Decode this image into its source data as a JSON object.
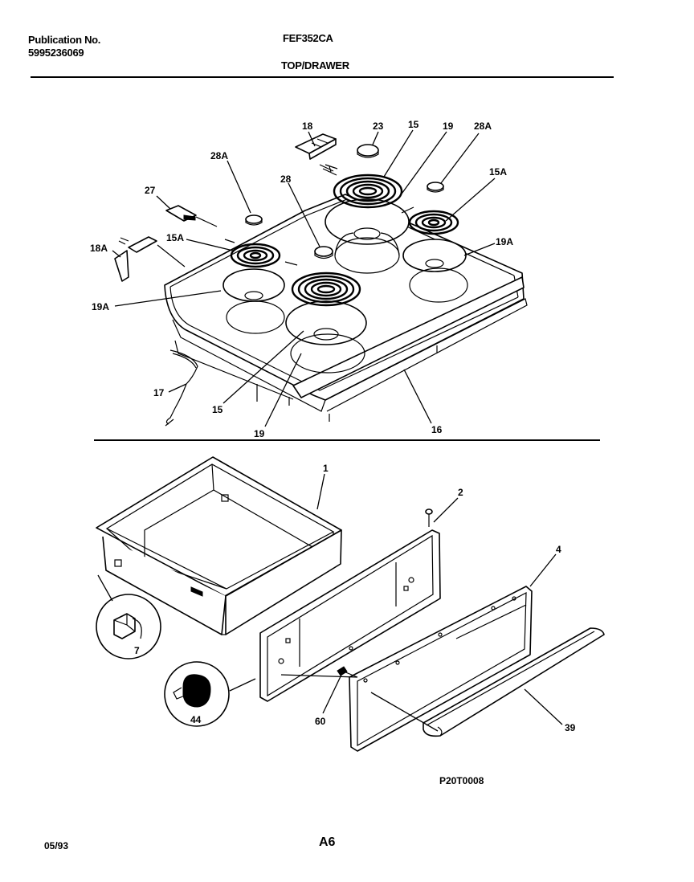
{
  "header": {
    "publication_label": "Publication No.",
    "publication_number": "5995236069",
    "model": "FEF352CA",
    "section": "TOP/DRAWER"
  },
  "callouts": {
    "c18": "18",
    "c23": "23",
    "c15_top": "15",
    "c19_top": "19",
    "c28A_right": "28A",
    "c15A_right": "15A",
    "c19A_right": "19A",
    "c28A_left": "28A",
    "c28": "28",
    "c27": "27",
    "c18A": "18A",
    "c15A_left": "15A",
    "c19A_left": "19A",
    "c17": "17",
    "c15_bottom": "15",
    "c19_bottom": "19",
    "c16": "16",
    "c1": "1",
    "c2": "2",
    "c4": "4",
    "c7": "7",
    "c44": "44",
    "c60": "60",
    "c39": "39"
  },
  "drawing_code": "P20T0008",
  "footer": {
    "date": "05/93",
    "page": "A6"
  }
}
